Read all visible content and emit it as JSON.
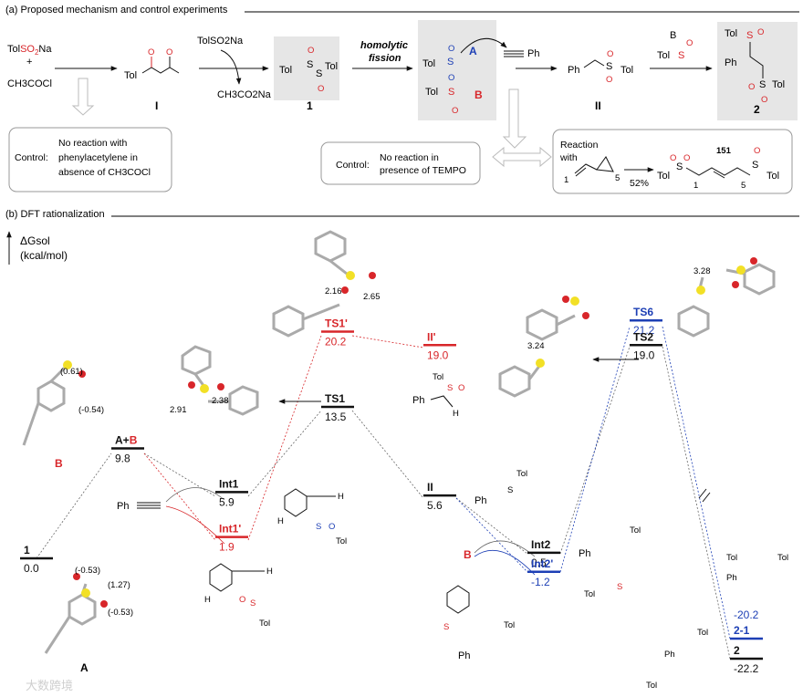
{
  "section_a_title": "(a) Proposed mechanism and control experiments",
  "section_b_title": "(b) DFT rationalization",
  "scheme": {
    "reagent1_prefix": "Tol",
    "reagent1_red": "SO",
    "reagent1_sub": "2",
    "reagent1_suffix": "Na",
    "plus": "+",
    "reagent2": "CH3COCl",
    "tol": "Tol",
    "s": "S",
    "o": "O",
    "label_I": "I",
    "label_1": "1",
    "label_A": "A",
    "label_B": "B",
    "label_II": "II",
    "label_2": "2",
    "toso2na": "TolSO2Na",
    "ch3co2na": "CH3CO2Na",
    "homolytic_1": "homolytic",
    "homolytic_2": "fission",
    "ph": "Ph",
    "control_1_label": "Control:",
    "control_1_line1": "No reaction with",
    "control_1_line2": "phenylacetylene in",
    "control_1_line3": "absence of CH3COCl",
    "control_2_label": "Control:",
    "control_2_line1": "No reaction in",
    "control_2_line2": "presence of TEMPO",
    "reaction_with_1": "Reaction",
    "reaction_with_2": "with",
    "num_1": "1",
    "num_5": "5",
    "num_151": "151",
    "yield": "52%"
  },
  "energy_axis": {
    "label_1": "ΔGsol",
    "label_2": "(kcal/mol)"
  },
  "species": [
    {
      "label": "1",
      "value": "0.0",
      "color": "black"
    },
    {
      "label": "A+B",
      "value": "9.8",
      "color": "black"
    },
    {
      "label": "Int1",
      "value": "5.9",
      "color": "black"
    },
    {
      "label": "Int1'",
      "value": "1.9",
      "color": "red"
    },
    {
      "label": "TS1",
      "value": "13.5",
      "color": "black"
    },
    {
      "label": "TS1'",
      "value": "20.2",
      "color": "red"
    },
    {
      "label": "II'",
      "value": "19.0",
      "color": "red"
    },
    {
      "label": "II",
      "value": "5.6",
      "color": "black"
    },
    {
      "label": "Int2",
      "value": "0.5",
      "color": "black"
    },
    {
      "label": "Int2'",
      "value": "-1.2",
      "color": "blue"
    },
    {
      "label": "TS6",
      "value": "21.2",
      "color": "blue"
    },
    {
      "label": "TS2",
      "value": "19.0",
      "color": "black"
    },
    {
      "label": "2-1",
      "value": "-20.2",
      "color": "blue"
    },
    {
      "label": "2",
      "value": "-22.2",
      "color": "black"
    }
  ],
  "distances": {
    "ts1_a": "2.91",
    "ts1_b": "2.38",
    "ts1p_a": "2.16",
    "ts1p_b": "2.65",
    "ts2": "3.24",
    "ts6": "3.28"
  },
  "charges": {
    "B_s": "(0.61)",
    "B_o": "(-0.54)",
    "A_o1": "(-0.53)",
    "A_s": "(1.27)",
    "A_o2": "(-0.53)"
  },
  "diagram_labels": {
    "B_name": "B",
    "A_name": "A",
    "ph": "Ph",
    "h": "H",
    "tol": "Tol",
    "s": "S",
    "o": "O"
  },
  "watermark": "大数跨境",
  "colors": {
    "red": "#d8262a",
    "blue": "#1d3fb5",
    "panel_gray": "#e6e6e6"
  }
}
